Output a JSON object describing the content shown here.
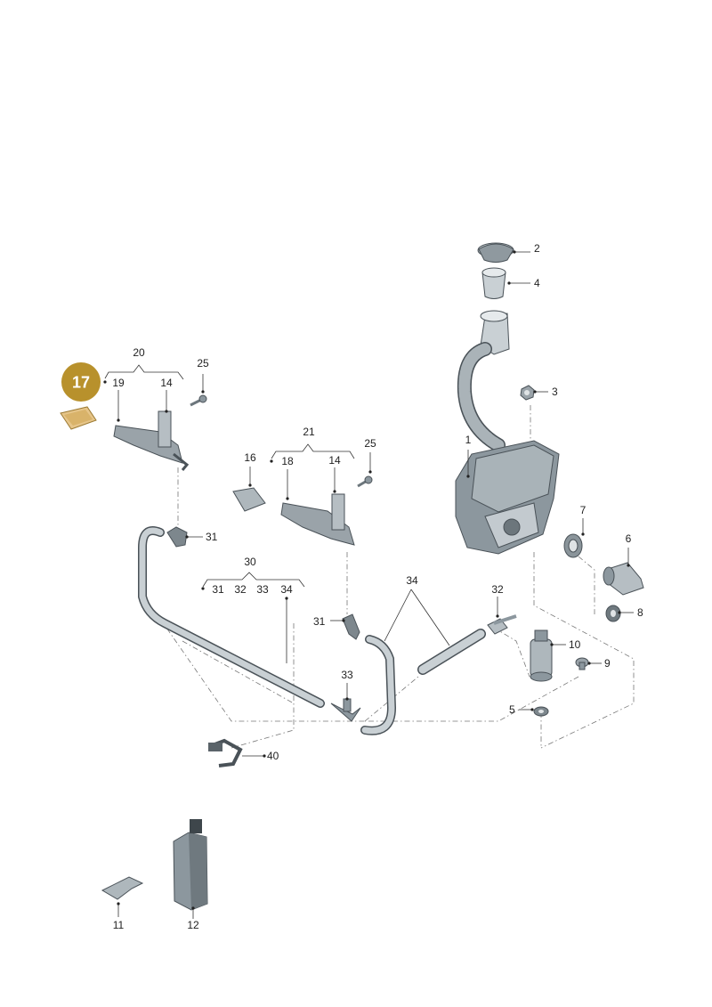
{
  "callouts": {
    "c1": "1",
    "c2": "2",
    "c3": "3",
    "c4": "4",
    "c5": "5",
    "c6": "6",
    "c7": "7",
    "c8": "8",
    "c9": "9",
    "c10": "10",
    "c11": "11",
    "c12": "12",
    "c14a": "14",
    "c14b": "14",
    "c16": "16",
    "c18": "18",
    "c19": "19",
    "c20": "20",
    "c21": "21",
    "c25a": "25",
    "c25b": "25",
    "c30": "30",
    "c30_31": "31",
    "c30_32": "32",
    "c30_33": "33",
    "c30_34": "34",
    "c31a": "31",
    "c31b": "31",
    "c32": "32",
    "c33": "33",
    "c34": "34",
    "c40": "40"
  },
  "highlight": {
    "label": "17",
    "color": "#b8912c"
  },
  "colors": {
    "part_fill": "#c9d0d4",
    "part_dark": "#8c979e",
    "highlight_part": "#d9b36a"
  }
}
